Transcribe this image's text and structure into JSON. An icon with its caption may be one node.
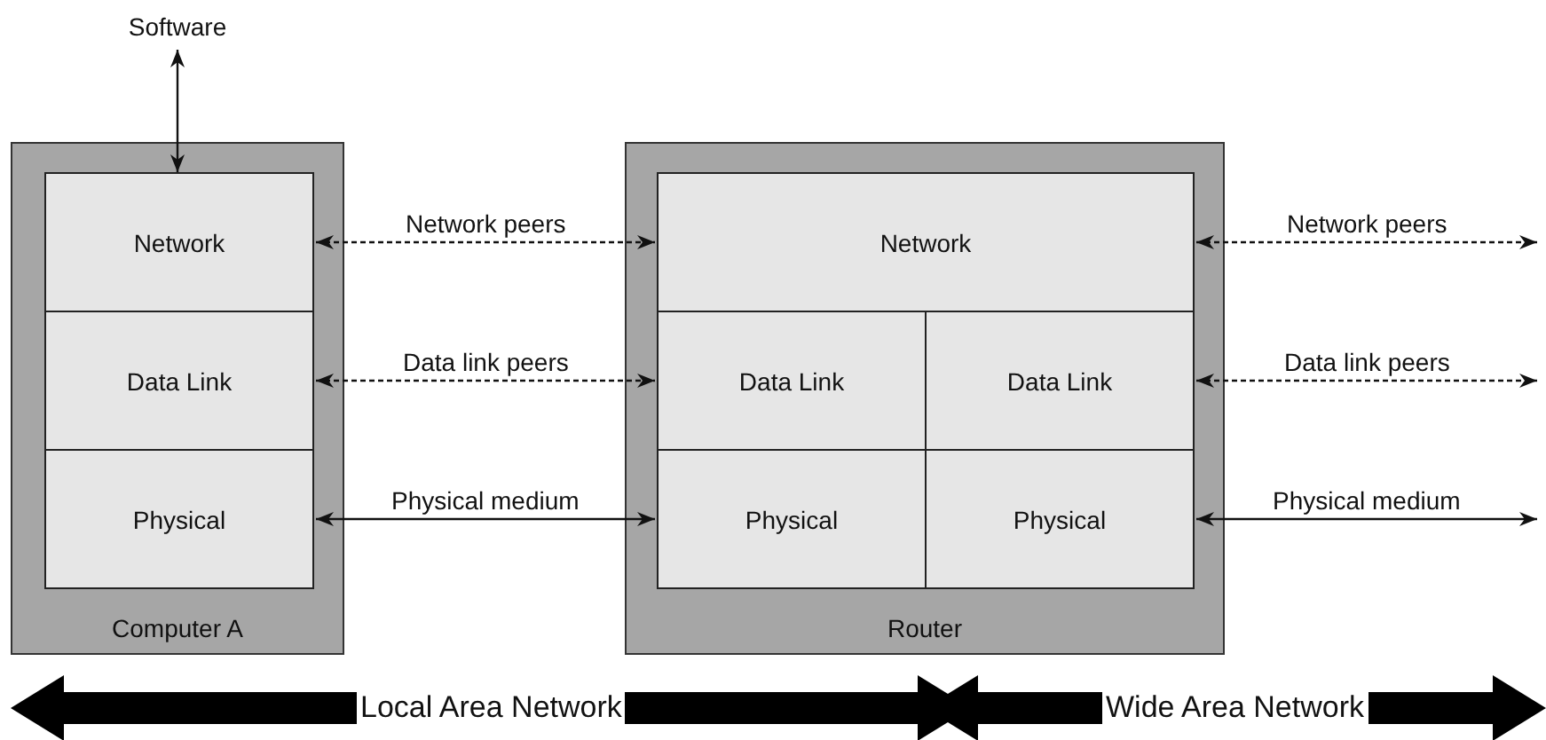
{
  "diagram": {
    "nodes": [
      {
        "text": [
          "Software"
        ]
      },
      {
        "text": [
          "Computer A"
        ]
      },
      {
        "text": [
          "Network"
        ],
        "in": 1
      },
      {
        "text": [
          "Data Link"
        ],
        "in": 1
      },
      {
        "text": [
          "Physical"
        ],
        "in": 1
      },
      {
        "text": [
          "Router"
        ]
      },
      {
        "text": [
          "Network"
        ],
        "in": 5
      },
      {
        "text": [
          "Data Link"
        ],
        "in": 5
      },
      {
        "text": [
          "Data Link"
        ],
        "in": 5
      },
      {
        "text": [
          "Physical"
        ],
        "in": 5
      },
      {
        "text": [
          "Physical"
        ],
        "in": 5
      }
    ],
    "edges": [
      {
        "from": 0,
        "to": 2,
        "arrow": "both"
      },
      {
        "from": 2,
        "to": 6,
        "arrow": "both",
        "label": "Network peers",
        "style": "dashed"
      },
      {
        "from": 3,
        "to": 7,
        "arrow": "both",
        "label": "Data link peers",
        "style": "dashed"
      },
      {
        "from": 4,
        "to": 9,
        "arrow": "both",
        "label": "Physical medium"
      },
      {
        "from": 6,
        "to": null,
        "arrow": "both",
        "label": "Network peers",
        "style": "dashed"
      },
      {
        "from": 8,
        "to": null,
        "arrow": "both",
        "label": "Data link peers",
        "style": "dashed"
      },
      {
        "from": 10,
        "to": null,
        "arrow": "both",
        "label": "Physical medium"
      }
    ],
    "labels": [
      "Local Area Network",
      "Wide Area Network"
    ]
  }
}
